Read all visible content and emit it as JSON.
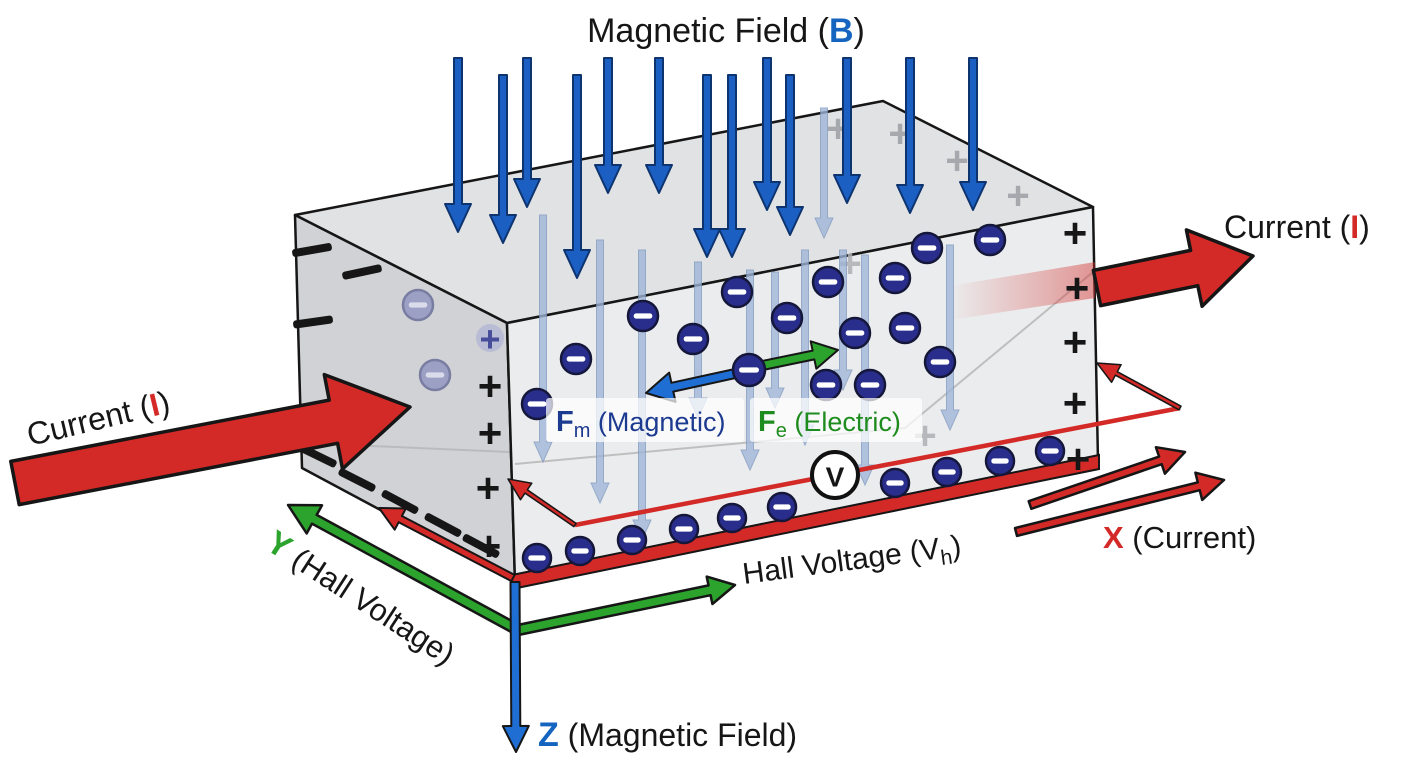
{
  "labels": {
    "title": {
      "pre": "Magnetic Field (",
      "b": "B",
      "post": ")"
    },
    "current_left": {
      "pre": "Current (",
      "i": "I",
      "post": ")"
    },
    "current_right": {
      "pre": "Current (",
      "i": "I",
      "post": ")"
    },
    "fm": {
      "f": "F",
      "sub": "m",
      "rest": " (Magnetic)"
    },
    "fe": {
      "f": "F",
      "sub": "e",
      "rest": " (Electric)"
    },
    "voltmeter": "V",
    "hall": {
      "pre": "Hall Voltage (V",
      "sub": "h",
      "post": ")"
    },
    "x_axis": {
      "letter": "X",
      "rest": " (Current)"
    },
    "y_axis": {
      "letter": "Y",
      "rest": " (Hall Voltage)"
    },
    "z_axis": {
      "letter": "Z",
      "rest": " (Magnetic Field)"
    }
  },
  "colors": {
    "red": "#d32a27",
    "green": "#2ba32c",
    "field_blue": "#1c5fc2",
    "field_blue_stroke": "#0e3470",
    "force_blue": "#1f6ed4",
    "light_blue": "#9fb5d8",
    "electron_navy": "#292e8c",
    "electron_stroke": "#15173a",
    "label_navy": "#1b3a90",
    "label_green": "#1e8c1e",
    "letter_blue": "#1565c0",
    "gray_plus": "#9b9ea3"
  },
  "field_arrows": [
    [
      458,
      58,
      232
    ],
    [
      503,
      75,
      243
    ],
    [
      527,
      58,
      207
    ],
    [
      577,
      75,
      278
    ],
    [
      608,
      58,
      193
    ],
    [
      659,
      58,
      193
    ],
    [
      707,
      75,
      257
    ],
    [
      732,
      75,
      257
    ],
    [
      767,
      58,
      210
    ],
    [
      790,
      75,
      235
    ],
    [
      847,
      58,
      203
    ],
    [
      910,
      58,
      213
    ],
    [
      973,
      58,
      210
    ]
  ],
  "inner_arrows": [
    [
      543,
      215,
      462
    ],
    [
      600,
      240,
      503
    ],
    [
      642,
      250,
      540
    ],
    [
      698,
      262,
      418
    ],
    [
      750,
      270,
      470
    ],
    [
      775,
      272,
      408
    ],
    [
      805,
      250,
      445
    ],
    [
      843,
      250,
      390
    ],
    [
      865,
      255,
      485
    ],
    [
      950,
      245,
      430
    ],
    [
      824,
      108,
      238
    ]
  ],
  "electrons": {
    "central": [
      749,
      370
    ],
    "interior": [
      [
        576,
        359
      ],
      [
        643,
        316
      ],
      [
        693,
        339
      ],
      [
        537,
        404
      ],
      [
        737,
        292
      ],
      [
        787,
        318
      ],
      [
        828,
        282
      ],
      [
        895,
        278
      ],
      [
        927,
        248
      ],
      [
        990,
        240
      ],
      [
        855,
        333
      ],
      [
        905,
        328
      ],
      [
        826,
        385
      ],
      [
        870,
        385
      ],
      [
        940,
        362
      ]
    ],
    "bottom_row": [
      [
        537,
        558
      ],
      [
        580,
        551
      ],
      [
        632,
        540
      ],
      [
        684,
        529
      ],
      [
        732,
        518
      ],
      [
        782,
        507
      ],
      [
        895,
        483
      ],
      [
        947,
        472
      ],
      [
        1000,
        461
      ],
      [
        1050,
        451
      ]
    ],
    "faded": [
      [
        418,
        305
      ],
      [
        435,
        375
      ]
    ]
  },
  "plus_signs": {
    "left_col": [
      [
        490,
        385
      ],
      [
        490,
        432
      ],
      [
        488,
        487
      ],
      [
        489,
        545
      ]
    ],
    "left_faded": [
      490,
      338
    ],
    "right_col": [
      [
        1075,
        232
      ],
      [
        1077,
        287
      ],
      [
        1075,
        341
      ],
      [
        1075,
        402
      ],
      [
        1078,
        458
      ]
    ],
    "top_gray": [
      [
        838,
        128
      ],
      [
        900,
        133
      ],
      [
        957,
        160
      ],
      [
        1018,
        195
      ]
    ],
    "front_gray": [
      [
        850,
        263
      ],
      [
        925,
        435
      ]
    ]
  },
  "minus_dashes": [
    [
      312,
      250,
      -10
    ],
    [
      362,
      272,
      -12
    ],
    [
      313,
      322,
      -8
    ],
    [
      300,
      430,
      22
    ],
    [
      318,
      456,
      26
    ],
    [
      357,
      480,
      27
    ],
    [
      400,
      502,
      28
    ],
    [
      443,
      525,
      28
    ],
    [
      481,
      546,
      28
    ]
  ]
}
